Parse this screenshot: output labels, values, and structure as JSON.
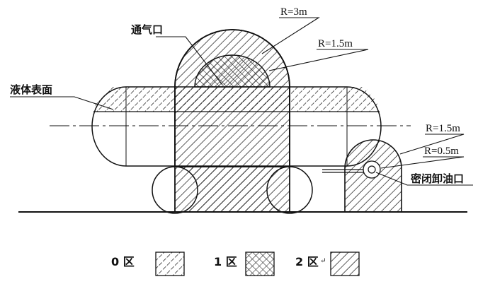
{
  "labels": {
    "vent": "通气口",
    "liquid_surface": "液体表面",
    "sealed_outlet": "密闭卸油口",
    "r_top_outer": "R=3m",
    "r_top_inner": "R=1.5m",
    "r_right_outer": "R=1.5m",
    "r_right_inner": "R=0.5m"
  },
  "legend": [
    {
      "label": "0 区",
      "pattern": "dashed-hatch"
    },
    {
      "label": "1 区",
      "pattern": "cross-hatch"
    },
    {
      "label": "2 区",
      "pattern": "diagonal-hatch"
    }
  ],
  "legend_return_mark": "↵",
  "colors": {
    "ink": "#111111",
    "background": "#ffffff"
  }
}
